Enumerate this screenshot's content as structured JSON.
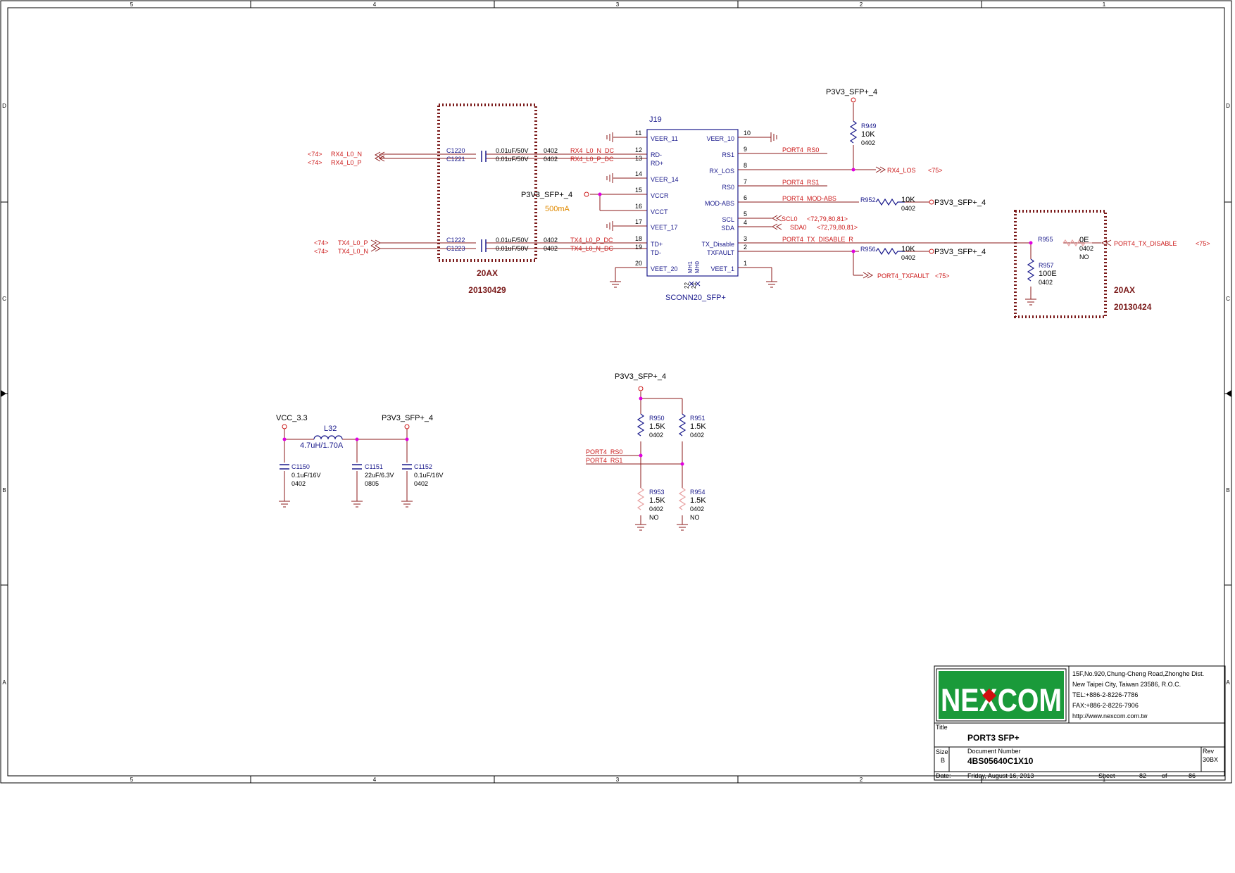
{
  "zones": {
    "top": [
      "5",
      "4",
      "3",
      "2",
      "1"
    ],
    "left": [
      "D",
      "C",
      "B",
      "A"
    ]
  },
  "colors": {
    "wire": "#8b1a1a",
    "net": "#cc1a1a",
    "ref": "#1a1a8c",
    "junction": "#e000e0",
    "dotbox": "#7a1a1a",
    "nexcom_green": "#1a9a3a",
    "nexcom_red": "#d01010"
  },
  "connector": {
    "ref": "J19",
    "part": "SCONN20_SFP+",
    "left_pins": [
      {
        "num": "11",
        "name": "VEER_11"
      },
      {
        "num": "12",
        "name": "RD-"
      },
      {
        "num": "13",
        "name": "RD+"
      },
      {
        "num": "14",
        "name": "VEER_14"
      },
      {
        "num": "15",
        "name": "VCCR"
      },
      {
        "num": "16",
        "name": "VCCT"
      },
      {
        "num": "17",
        "name": "VEET_17"
      },
      {
        "num": "18",
        "name": "TD+"
      },
      {
        "num": "19",
        "name": "TD-"
      },
      {
        "num": "20",
        "name": "VEET_20"
      }
    ],
    "right_pins": [
      {
        "num": "10",
        "name": "VEER_10"
      },
      {
        "num": "9",
        "name": "RS1"
      },
      {
        "num": "8",
        "name": "RX_LOS"
      },
      {
        "num": "7",
        "name": "RS0"
      },
      {
        "num": "6",
        "name": "MOD-ABS"
      },
      {
        "num": "5",
        "name": "SCL"
      },
      {
        "num": "4",
        "name": "SDA"
      },
      {
        "num": "3",
        "name": "TX_Disable"
      },
      {
        "num": "2",
        "name": "TXFAULT"
      },
      {
        "num": "1",
        "name": "VEET_1"
      }
    ],
    "mh_pins": [
      {
        "name": "MH1",
        "num": "22"
      },
      {
        "name": "MH0",
        "num": "21"
      }
    ]
  },
  "caps": [
    {
      "ref": "C1220",
      "value": "0.01uF/50V",
      "pkg": "0402",
      "net_in": "RX4_L0_N",
      "page": "<74>",
      "net_out": "RX4_L0_N_DC"
    },
    {
      "ref": "C1221",
      "value": "0.01uF/50V",
      "pkg": "0402",
      "net_in": "RX4_L0_P",
      "page": "<74>",
      "net_out": "RX4_L0_P_DC"
    },
    {
      "ref": "C1222",
      "value": "0.01uF/50V",
      "pkg": "0402",
      "net_in": "TX4_L0_P",
      "page": "<74>",
      "net_out": "TX4_L0_P_DC"
    },
    {
      "ref": "C1223",
      "value": "0.01uF/50V",
      "pkg": "0402",
      "net_in": "TX4_L0_N",
      "page": "<74>",
      "net_out": "TX4_L0_N_DC"
    }
  ],
  "box_left": {
    "title": "20AX",
    "date": "20130429"
  },
  "box_right": {
    "title": "20AX",
    "date": "20130424"
  },
  "power": {
    "p3v3": "P3V3_SFP+_4",
    "vcc": "VCC_3.3",
    "current": "500mA"
  },
  "right_nets": {
    "rs0": "PORT4_RS0",
    "rs1": "PORT4_RS1",
    "modabs": "PORT4_MOD-ABS",
    "rxlos": "RX4_LOS",
    "rxlos_page": "<75>",
    "scl": "SCL0",
    "scl_page": "<72,79,80,81>",
    "sda": "SDA0",
    "sda_page": "<72,79,80,81>",
    "txdis": "PORT4_TX_DISABLE_R",
    "txdis_port": "PORT4_TX_DISABLE",
    "txdis_page": "<75>",
    "txfault": "PORT4_TXFAULT",
    "txfault_page": "<75>"
  },
  "resistors": {
    "r949": {
      "ref": "R949",
      "value": "10K",
      "pkg": "0402"
    },
    "r952": {
      "ref": "R952",
      "value": "10K",
      "pkg": "0402"
    },
    "r956": {
      "ref": "R956",
      "value": "10K",
      "pkg": "0402"
    },
    "r955": {
      "ref": "R955",
      "value": "0E",
      "pkg": "0402",
      "note": "NO"
    },
    "r957": {
      "ref": "R957",
      "value": "100E",
      "pkg": "0402"
    },
    "r950": {
      "ref": "R950",
      "value": "1.5K",
      "pkg": "0402"
    },
    "r951": {
      "ref": "R951",
      "value": "1.5K",
      "pkg": "0402"
    },
    "r953": {
      "ref": "R953",
      "value": "1.5K",
      "pkg": "0402",
      "note": "NO"
    },
    "r954": {
      "ref": "R954",
      "value": "1.5K",
      "pkg": "0402",
      "note": "NO"
    }
  },
  "filter": {
    "inductor": {
      "ref": "L32",
      "value": "4.7uH/1.70A"
    },
    "c1150": {
      "ref": "C1150",
      "value": "0.1uF/16V",
      "pkg": "0402"
    },
    "c1151": {
      "ref": "C1151",
      "value": "22uF/6.3V",
      "pkg": "0805"
    },
    "c1152": {
      "ref": "C1152",
      "value": "0.1uF/16V",
      "pkg": "0402"
    }
  },
  "title_block": {
    "logo": "NEXCOM",
    "address": [
      "15F,No.920,Chung-Cheng Road,Zhonghe Dist.",
      "New Taipei City, Taiwan 23586, R.O.C.",
      "TEL:+886-2-8226-7786",
      "FAX:+886-2-8226-7906",
      "http://www.nexcom.com.tw"
    ],
    "title_label": "Title",
    "title": "PORT3 SFP+",
    "size_label": "Size",
    "size": "B",
    "docnum_label": "Document Number",
    "docnum": "4BS05640C1X10",
    "rev_label": "Rev",
    "rev": "30BX",
    "date_label": "Date:",
    "date": "Friday, August 16, 2013",
    "sheet_label": "Sheet",
    "sheet": "82",
    "of_label": "of",
    "total": "86"
  }
}
